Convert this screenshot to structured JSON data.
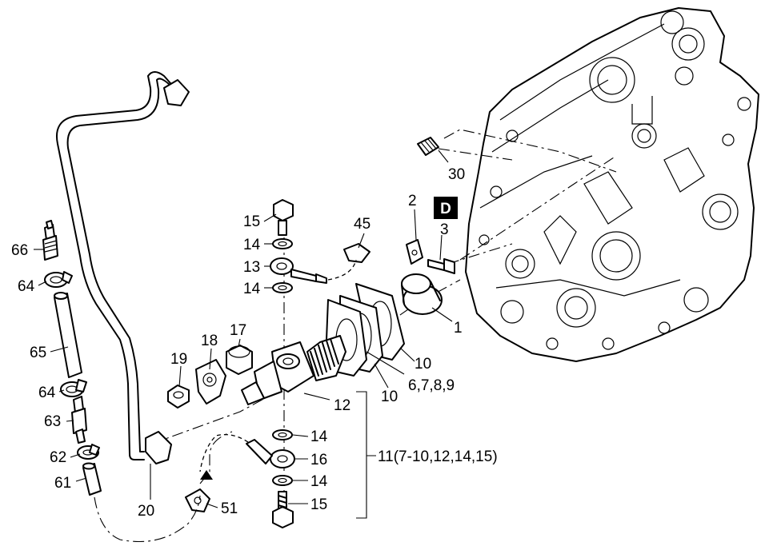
{
  "labels": {
    "p1": "1",
    "p2": "2",
    "p3": "3",
    "pD": "D",
    "p30": "30",
    "p45": "45",
    "p15a": "15",
    "p14a": "14",
    "p13": "13",
    "p14b": "14",
    "p17": "17",
    "p18": "18",
    "p19": "19",
    "p12": "12",
    "p10a": "10",
    "p10b": "10",
    "p6789": "6,7,8,9",
    "p14c": "14",
    "p16": "16",
    "p14d": "14",
    "p15b": "15",
    "p11": "11(7-10,12,14,15)",
    "p20": "20",
    "p51": "51",
    "p61": "61",
    "p62": "62",
    "p63": "63",
    "p64a": "64",
    "p65": "65",
    "p64b": "64",
    "p66": "66"
  }
}
